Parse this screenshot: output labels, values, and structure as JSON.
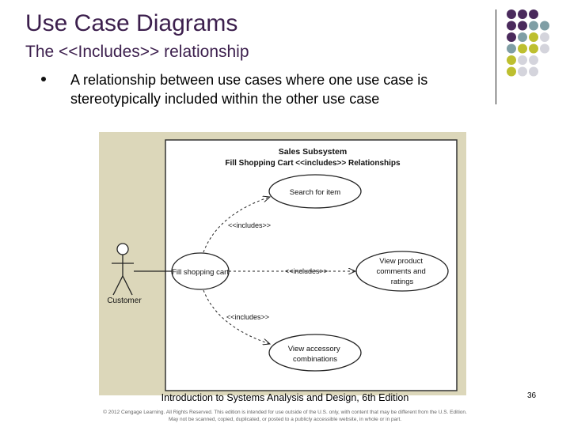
{
  "slide": {
    "title": "Use Case Diagrams",
    "subtitle": "The <<Includes>> relationship",
    "bullet_text": "A relationship between use cases where one use case is stereotypically included within the other use case",
    "footer_text": "Introduction to Systems Analysis and Design, 6th Edition",
    "copyright_line1": "© 2012 Cengage Learning. All Rights Reserved. This edition is intended for use outside of the U.S. only, with content that may be different from the U.S. Edition.",
    "copyright_line2": "May not be scanned, copied, duplicated, or posted to a publicly accessible website, in whole or in part.",
    "page_number": "36"
  },
  "theme": {
    "title_color": "#3c1f4d",
    "dot_colors": {
      "purple": "#4a2a5c",
      "teal": "#7f9ea5",
      "olive": "#bdbf2f",
      "gray": "#d4d4dc"
    }
  },
  "diagram": {
    "system_name": "Sales Subsystem",
    "diagram_title": "Fill Shopping Cart <<includes>> Relationships",
    "actor_label": "Customer",
    "use_cases": {
      "fill_cart": "Fill shopping cart",
      "search": "Search for item",
      "view_product": [
        "View product",
        "comments and",
        "ratings"
      ],
      "view_accessory": [
        "View accessory",
        "combinations"
      ]
    },
    "relationship_labels": {
      "to_search": "<<includes>>",
      "to_product": "<<includes>>",
      "to_accessory": "<<includes>>"
    }
  }
}
